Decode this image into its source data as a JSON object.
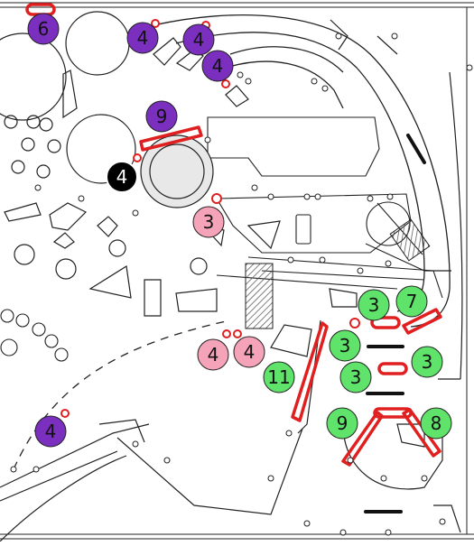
{
  "colors": {
    "line": "#222222",
    "highlight": "#e02020",
    "badge_purple": "#7b2fbf",
    "badge_pink": "#f4a3b8",
    "badge_green": "#5fe36a",
    "badge_black": "#000000",
    "hatch": "#555555"
  },
  "badges": [
    {
      "id": "b1",
      "text": "6",
      "style": "purple"
    },
    {
      "id": "b2",
      "text": "4",
      "style": "purple"
    },
    {
      "id": "b3",
      "text": "4",
      "style": "purple"
    },
    {
      "id": "b4",
      "text": "4",
      "style": "purple"
    },
    {
      "id": "b5",
      "text": "9",
      "style": "purple"
    },
    {
      "id": "b6",
      "text": "4",
      "style": "black"
    },
    {
      "id": "b7",
      "text": "3",
      "style": "pink"
    },
    {
      "id": "b8",
      "text": "4",
      "style": "pink"
    },
    {
      "id": "b9",
      "text": "4",
      "style": "pink"
    },
    {
      "id": "b10",
      "text": "11",
      "style": "green"
    },
    {
      "id": "b11",
      "text": "3",
      "style": "green"
    },
    {
      "id": "b12",
      "text": "7",
      "style": "green"
    },
    {
      "id": "b13",
      "text": "3",
      "style": "green"
    },
    {
      "id": "b14",
      "text": "3",
      "style": "green"
    },
    {
      "id": "b15",
      "text": "3",
      "style": "green"
    },
    {
      "id": "b16",
      "text": "9",
      "style": "green"
    },
    {
      "id": "b17",
      "text": "8",
      "style": "green"
    },
    {
      "id": "b18",
      "text": "4",
      "style": "purple"
    }
  ]
}
